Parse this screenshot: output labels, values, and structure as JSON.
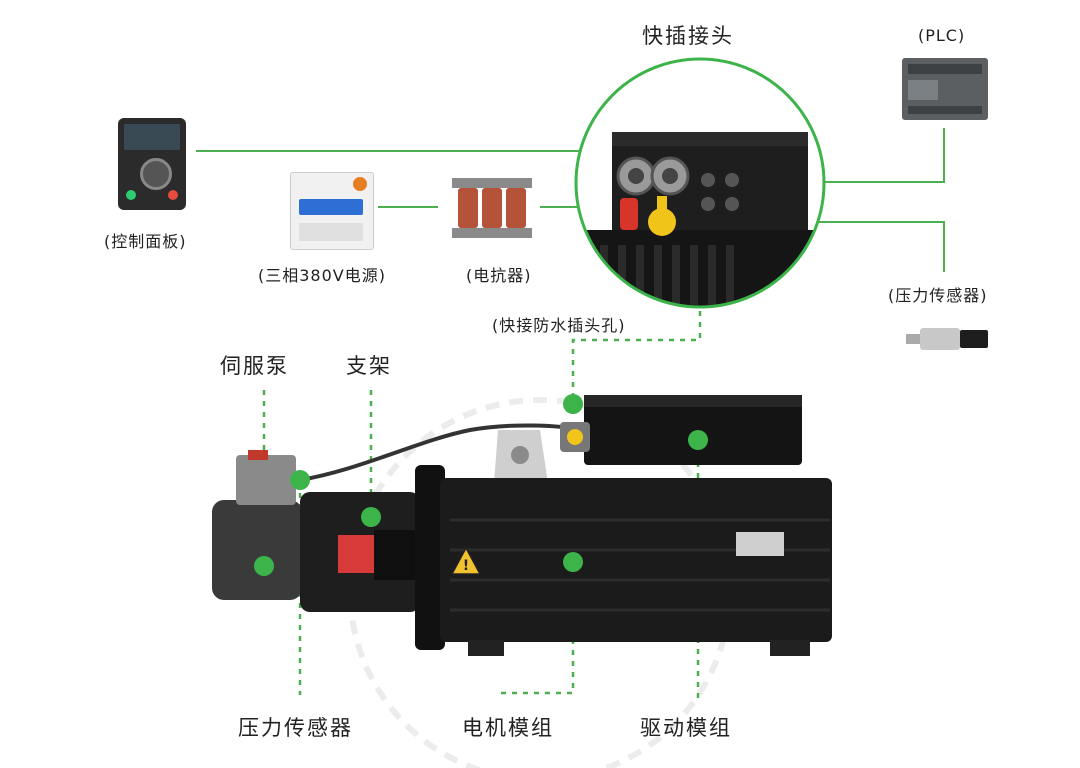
{
  "colors": {
    "accent_green": "#3cb44a",
    "line_green": "#4caf50",
    "motor_black": "#1b1b1b",
    "pump_gray": "#3a3a3a",
    "watermark": "#e6e6e6"
  },
  "labels": {
    "quick_connector": "快插接头",
    "plc": "(PLC)",
    "control_panel": "(控制面板)",
    "power_380v": "(三相380V电源)",
    "reactor": "(电抗器)",
    "pressure_sensor_top": "(压力传感器)",
    "waterproof_plug_hole": "(快接防水插头孔)",
    "servo_pump": "伺服泵",
    "bracket": "支架",
    "pressure_sensor_bottom": "压力传感器",
    "motor_module": "电机模组",
    "drive_module": "驱动模组"
  },
  "icons": {
    "control_panel": "control-panel-device-icon",
    "breaker": "circuit-breaker-icon",
    "reactor": "electric-reactor-icon",
    "plc": "plc-controller-icon",
    "sensor": "pressure-sensor-icon",
    "warning": "warning-triangle-icon"
  }
}
